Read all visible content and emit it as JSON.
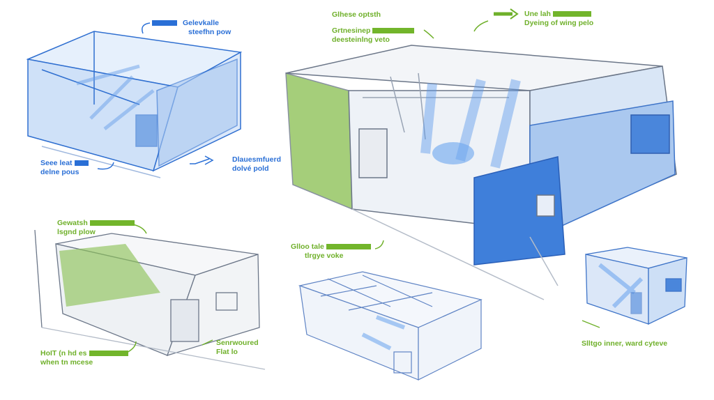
{
  "colors": {
    "blue": "#2a6fd6",
    "green": "#6fb02a",
    "sketch": "#7a8594"
  },
  "labels": {
    "tl_top": {
      "line1": "Gelevkalle",
      "line2": "steefhn pow"
    },
    "center_top1": {
      "line1": "Glhese optsth"
    },
    "center_top2": {
      "line1": "Grtnesinep",
      "line2": "deesteinlng veto"
    },
    "right_top": {
      "line1": "Une lah",
      "line2": "Dyeing of wing pelo"
    },
    "tl_left": {
      "line1": "Seee leat",
      "line2": "delne pous"
    },
    "tl_right": {
      "line1": "Dlauesmfuerd",
      "line2": "dolvé pold"
    },
    "bl_top": {
      "line1": "Gewatsh",
      "line2": "lsgnd plow"
    },
    "center_mid": {
      "line1": "Glloo tale",
      "line2": "tlrgye voke"
    },
    "bl_bottom": {
      "line1": "HoIT (n hd es",
      "line2": "when tn mcese"
    },
    "bl_right": {
      "line1": "Senrwoured",
      "line2": "Flat lo"
    },
    "br_bottom": {
      "line1": "Slltgo inner, ward cyteve"
    }
  }
}
